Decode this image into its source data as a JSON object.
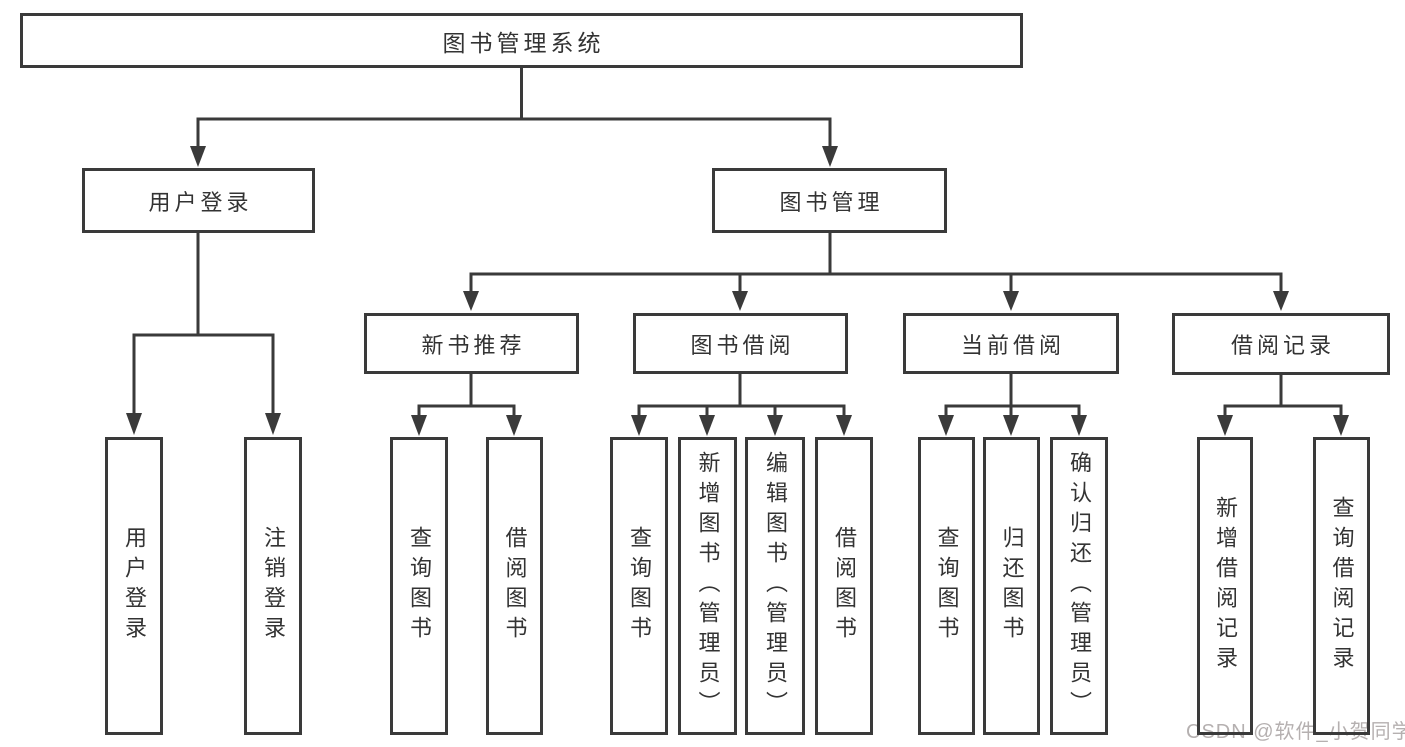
{
  "diagram": {
    "root": {
      "label": "图书管理系统"
    },
    "level2": {
      "user_login": {
        "label": "用户登录"
      },
      "book_management": {
        "label": "图书管理"
      }
    },
    "level3": {
      "new_book_recommend": {
        "label": "新书推荐"
      },
      "book_borrow": {
        "label": "图书借阅"
      },
      "current_borrow": {
        "label": "当前借阅"
      },
      "borrow_record": {
        "label": "借阅记录"
      }
    },
    "leaves": {
      "user_login": [
        "用户登录",
        "注销登录"
      ],
      "new_book_recommend": [
        "查询图书",
        "借阅图书"
      ],
      "book_borrow": [
        "查询图书",
        "新增图书（管理员）",
        "编辑图书（管理员）",
        "借阅图书"
      ],
      "current_borrow": [
        "查询图书",
        "归还图书",
        "确认归还（管理员）"
      ],
      "borrow_record": [
        "新增借阅记录",
        "查询借阅记录"
      ]
    },
    "watermark": "CSDN @软件_小贺同学",
    "colors": {
      "line": "#3a3a3a",
      "text": "#333333",
      "watermark": "#b5b0b0",
      "background": "#ffffff"
    }
  }
}
